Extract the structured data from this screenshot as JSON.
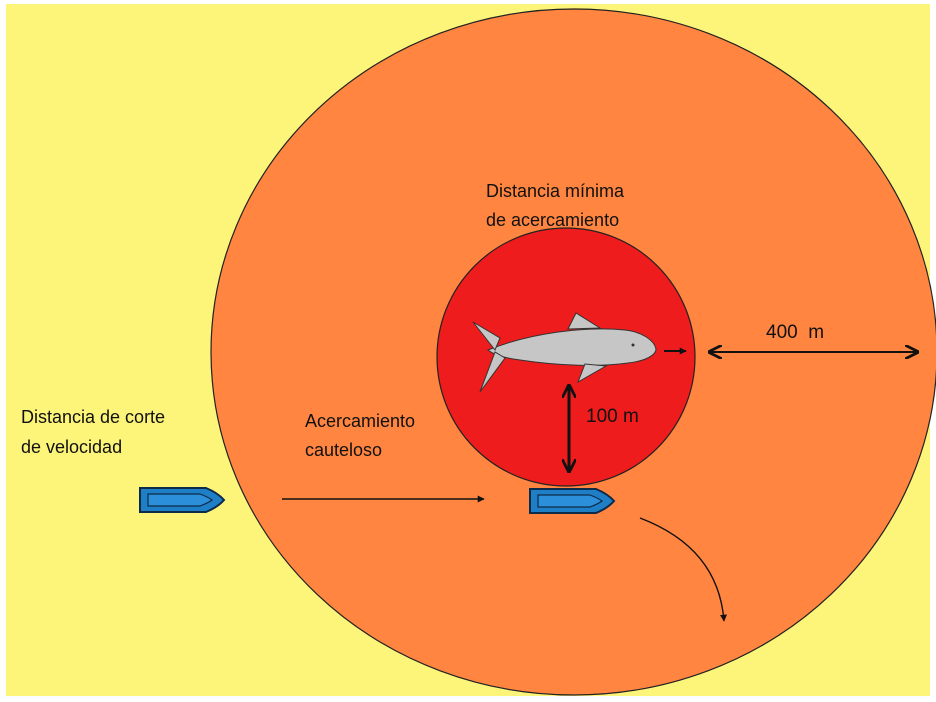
{
  "labels": {
    "min_distance_line1": "Distancia mínima",
    "min_distance_line2": "de acercamiento",
    "distance_400": "400  m",
    "distance_100": "100 m",
    "speed_cut_line1": "Distancia de corte",
    "speed_cut_line2": "de velocidad",
    "cautious_line1": "Acercamiento",
    "cautious_line2": "cauteloso"
  },
  "colors": {
    "background": "#fdf47a",
    "outer_zone": "#ff8540",
    "inner_zone": "#ee1c1c",
    "whale": "#c6c6c6",
    "boat": "#1f7fc6",
    "arrows": "#111111"
  }
}
